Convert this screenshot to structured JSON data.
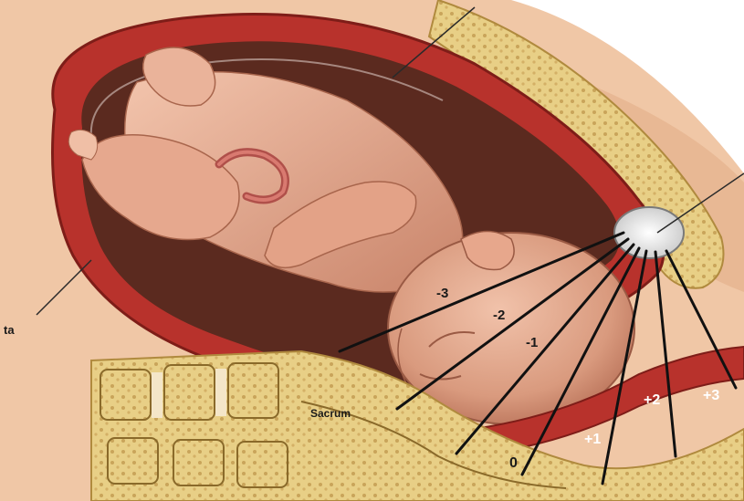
{
  "labels": {
    "placenta_fragment": "ta",
    "sacrum": "Sacrum"
  },
  "stations": [
    {
      "label": "-3"
    },
    {
      "label": "-2"
    },
    {
      "label": "-1"
    },
    {
      "label": "0"
    },
    {
      "label": "+1"
    },
    {
      "label": "+2"
    },
    {
      "label": "+3"
    }
  ],
  "colors": {
    "uterine_wall": "#b8322c",
    "uterine_wall_dark": "#7e1d18",
    "uterine_cavity": "#5b2a1f",
    "fetal_skin": "#e9b199",
    "fetal_skin_shadow": "#c9846a",
    "bone": "#e8cf86",
    "bone_spongy": "#c9a45a",
    "soft_tissue": "#f0c7a6",
    "ischial_spine": "#e6e6e6",
    "background": "#ffffff"
  }
}
